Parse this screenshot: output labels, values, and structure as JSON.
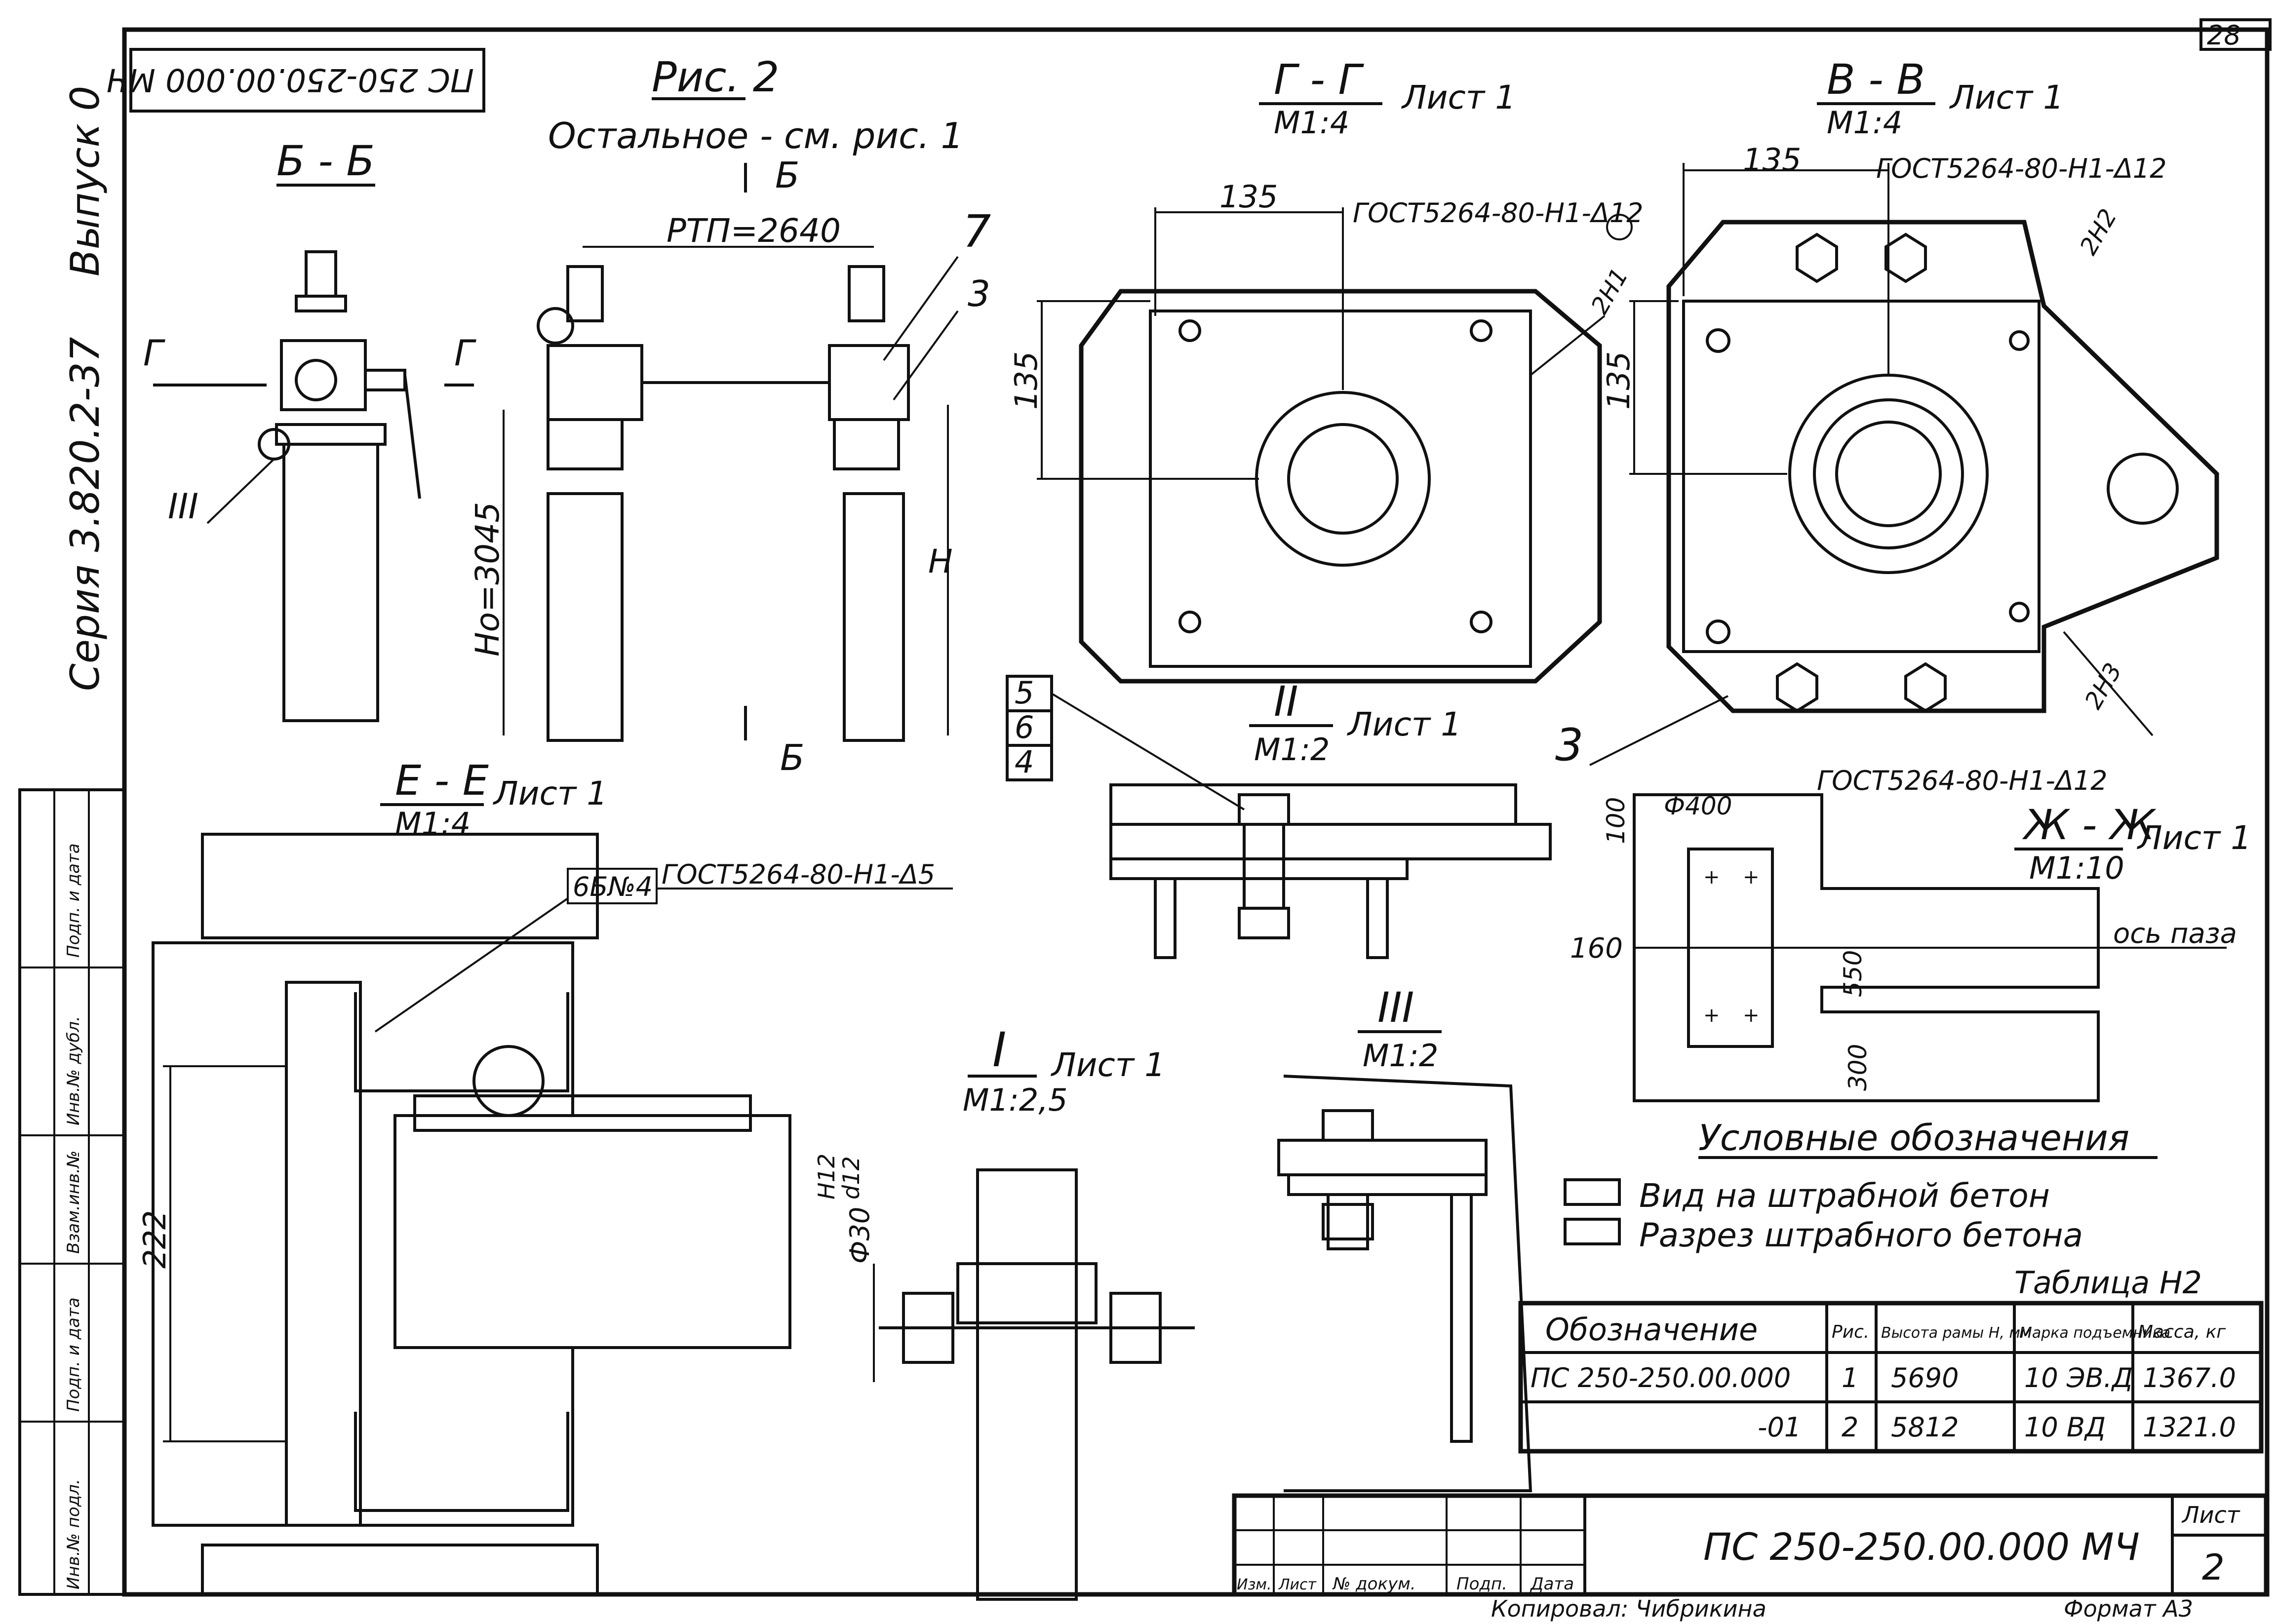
{
  "page_number": "28",
  "doc_code_topleft": "ПС 250-250.00.000 МЧ",
  "side": {
    "issue": "Выпуск 0",
    "series": "Серия 3.820.2-37"
  },
  "side_stamp_labels": [
    "Инв.№ подл.",
    "Подп. и дата",
    "Взам.инв.№",
    "Инв.№ дубл.",
    "Подп. и дата"
  ],
  "fig": {
    "title": "Рис. 2",
    "note": "Остальное - см. рис. 1",
    "rtp": "РТП=2640",
    "h0": "Но=3045",
    "h": "Н"
  },
  "sections": {
    "bb": "Б - Б",
    "gg": "Г - Г",
    "vv": "В - В",
    "ee": "Е - Е",
    "zhzh": "Ж - Ж",
    "cut_b": "Б",
    "cut_g": "Г"
  },
  "scales": {
    "m14": "М1:4",
    "m12": "М1:2",
    "m125": "М1:2,5",
    "m110": "М1:10"
  },
  "sheet_ref": "Лист 1",
  "details": {
    "d1": "I",
    "d2": "II",
    "d3": "III"
  },
  "callouts": {
    "c3": "3",
    "c5": "5",
    "c6": "6",
    "c4": "4",
    "c7": "7"
  },
  "welds": {
    "w12": "ГОСТ5264-80-Н1-Δ12",
    "w5": "ГОСТ5264-80-Н1-Δ5",
    "w12b": "ГОСТ5264-80-Н1-Δ12",
    "w12c": "ГОСТ5264-80-Н1-Δ12",
    "sh1": "2Н1",
    "sh2": "2Н2",
    "sh3": "2Н3",
    "shv": "6Б№4"
  },
  "dims": {
    "d135a": "135",
    "d135b": "135",
    "d135c": "135",
    "d135d": "135",
    "d222": "222",
    "d100": "100",
    "d400": "Ф400",
    "d160": "160",
    "d550": "550",
    "d300": "300",
    "d30": "Ф30",
    "h12": "Н12",
    "d412": "d12"
  },
  "axis_label": "ось паза",
  "legend": {
    "title": "Условные обозначения",
    "items": [
      "Вид на штрабной бетон",
      "Разрез штрабного бетона"
    ]
  },
  "table": {
    "caption": "Таблица Н2",
    "headers": [
      "Обозначение",
      "Рис.",
      "Высота рамы Н, мм",
      "Марка подъемника",
      "Масса, кг"
    ],
    "rows": [
      [
        "ПС 250-250.00.000",
        "1",
        "5690",
        "10 ЭВ.Д",
        "1367.0"
      ],
      [
        "-01",
        "2",
        "5812",
        "10 ВД",
        "1321.0"
      ]
    ]
  },
  "title_block": {
    "designation": "ПС 250-250.00.000 МЧ",
    "cols": [
      "Изм.",
      "Лист",
      "№ докум.",
      "Подп.",
      "Дата"
    ],
    "sheet_label": "Лист",
    "sheet_value": "2",
    "copied": "Копировал: Чибрикина",
    "format": "Формат А3"
  }
}
